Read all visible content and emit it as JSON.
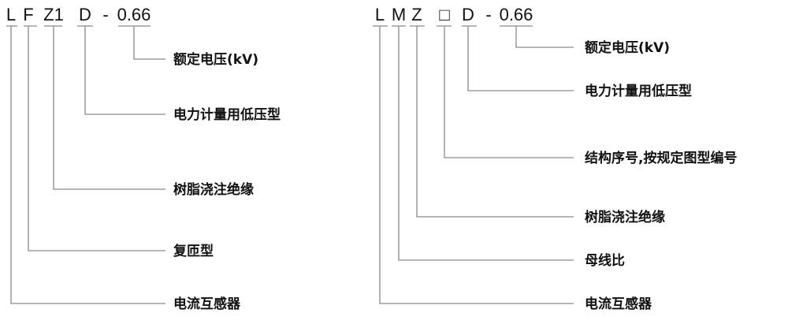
{
  "diagrams": [
    {
      "name": "lfz1d",
      "segments": [
        {
          "code": "L",
          "label": "电流互感器"
        },
        {
          "code": "F",
          "label": "复匝型"
        },
        {
          "code": "Z1",
          "label": "树脂浇注绝缘"
        },
        {
          "code": "D",
          "label": "电力计量用低压型"
        },
        {
          "code": "-",
          "label": null
        },
        {
          "code": "0.66",
          "label": "额定电压(kV)"
        }
      ]
    },
    {
      "name": "lmzd",
      "segments": [
        {
          "code": "L",
          "label": "电流互感器"
        },
        {
          "code": "M",
          "label": "母线比"
        },
        {
          "code": "Z",
          "label": "树脂浇注绝缘"
        },
        {
          "code": "□",
          "label": "结构序号,按规定图型编号"
        },
        {
          "code": "D",
          "label": "电力计量用低压型"
        },
        {
          "code": "-",
          "label": null
        },
        {
          "code": "0.66",
          "label": "额定电压(kV)"
        }
      ]
    }
  ]
}
